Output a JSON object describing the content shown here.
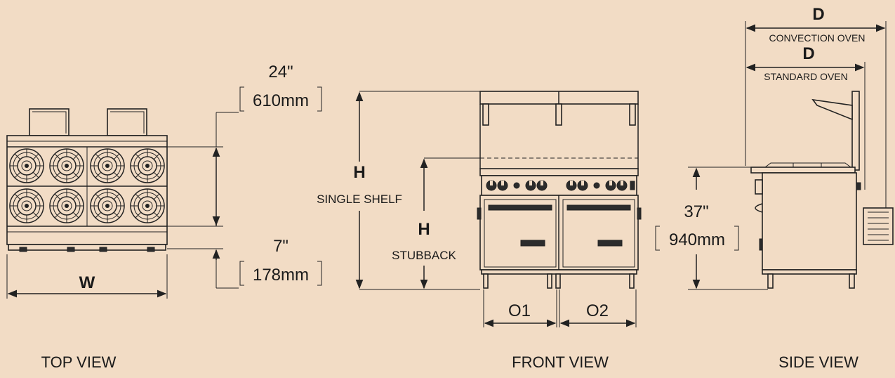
{
  "colors": {
    "background": "#f2dcc5",
    "line": "#222222"
  },
  "top_view": {
    "title": "TOP VIEW",
    "width_label": "W",
    "back_inches": "24\"",
    "back_mm": "610mm",
    "front_inches": "7\"",
    "front_mm": "178mm"
  },
  "front_view": {
    "title": "FRONT VIEW",
    "h_single": "H",
    "single_shelf": "SINGLE SHELF",
    "h_stub": "H",
    "stubback": "STUBBACK",
    "o1": "O1",
    "o2": "O2"
  },
  "side_view": {
    "title": "SIDE VIEW",
    "d_convection": "D",
    "convection_oven": "CONVECTION OVEN",
    "d_standard": "D",
    "standard_oven": "STANDARD OVEN",
    "height_inches": "37\"",
    "height_mm": "940mm"
  }
}
